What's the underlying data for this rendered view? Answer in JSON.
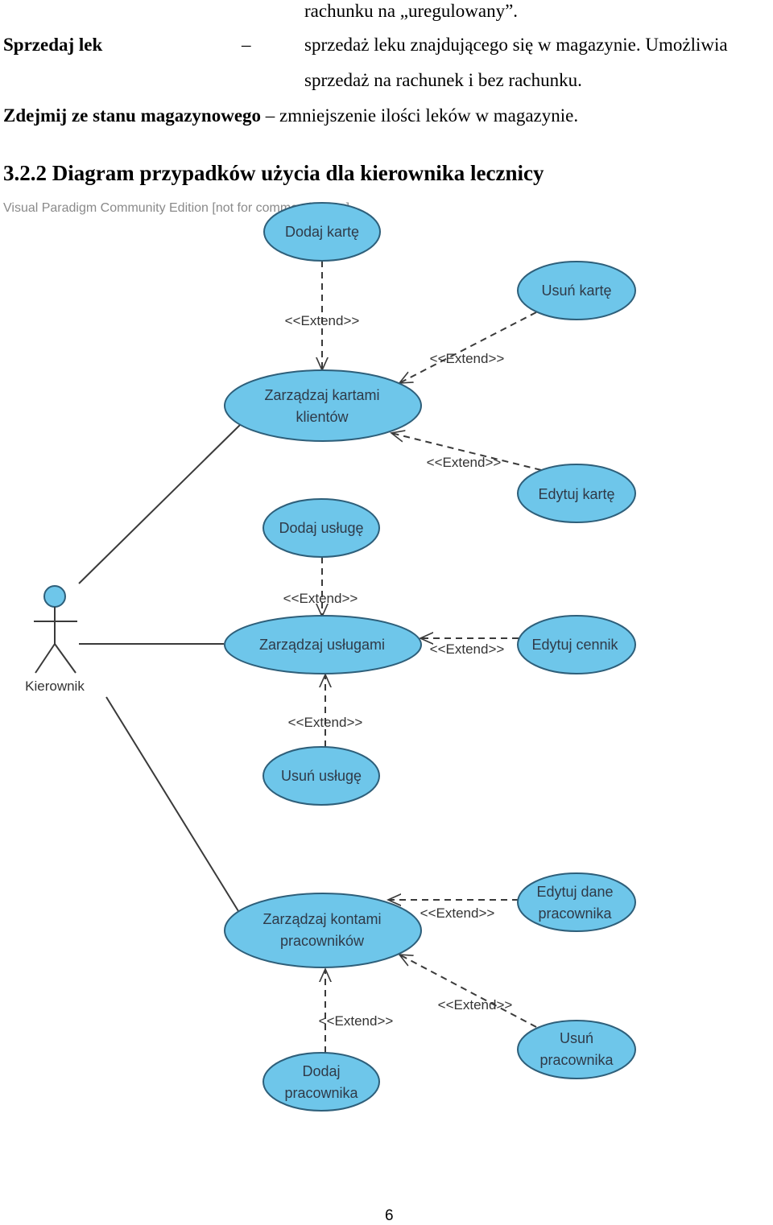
{
  "text": {
    "line1": "rachunku na „uregulowany”.",
    "item1_term": "Sprzedaj lek",
    "item1_dash": "–",
    "item1_desc1": "sprzedaż leku znajdującego się w magazynie. Umożliwia",
    "item1_desc2": "sprzedaż na rachunek i bez rachunku.",
    "item2_term": "Zdejmij ze stanu magazynowego",
    "item2_desc": "– zmniejszenie ilości leków w magazynie.",
    "heading": "3.2.2 Diagram przypadków użycia dla kierownika lecznicy",
    "watermark": "Visual Paradigm Community Edition [not for commercial use]",
    "page_number": "6"
  },
  "diagram": {
    "actor": "Kierownik",
    "extend_label": "<<Extend>>",
    "use_cases": {
      "dodaj_karte": [
        "Dodaj kartę"
      ],
      "usun_karte": [
        "Usuń kartę"
      ],
      "zarzadzaj_kartami": [
        "Zarządzaj kartami",
        "klientów"
      ],
      "edytuj_karte": [
        "Edytuj kartę"
      ],
      "dodaj_usluge": [
        "Dodaj usługę"
      ],
      "zarzadzaj_uslugami": [
        "Zarządzaj usługami"
      ],
      "edytuj_cennik": [
        "Edytuj cennik"
      ],
      "usun_usluge": [
        "Usuń usługę"
      ],
      "zarzadzaj_kontami": [
        "Zarządzaj kontami",
        "pracowników"
      ],
      "edytuj_dane": [
        "Edytuj dane",
        "pracownika"
      ],
      "usun_pracownika": [
        "Usuń",
        "pracownika"
      ],
      "dodaj_pracownika": [
        "Dodaj",
        "pracownika"
      ]
    },
    "colors": {
      "usecase_fill": "#6ec6ea",
      "usecase_stroke": "#2e5f7a",
      "line": "#3a3a3a"
    }
  }
}
